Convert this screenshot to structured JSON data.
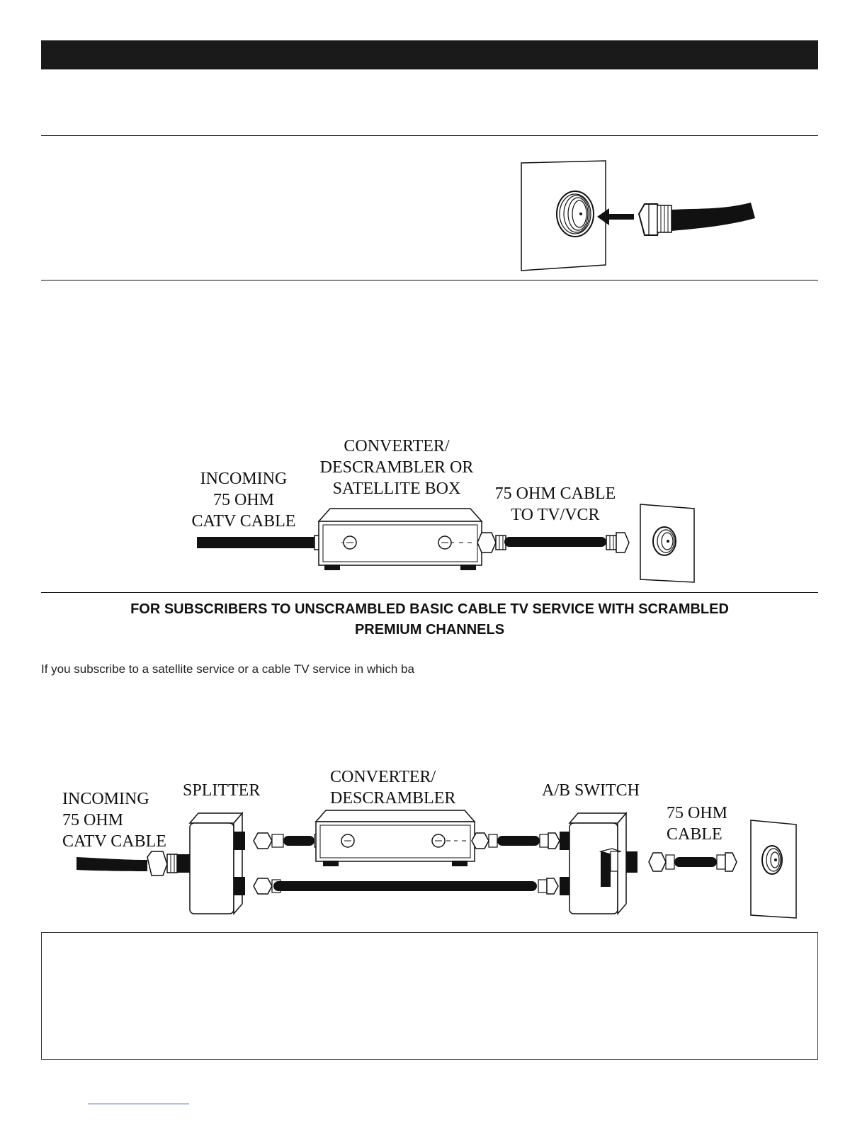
{
  "diagram1": {
    "label_incoming": [
      "INCOMING",
      "75 OHM",
      "CATV CABLE"
    ],
    "label_converter": [
      "CONVERTER/",
      "DESCRAMBLER OR",
      "SATELLITE BOX"
    ],
    "label_cable_tv": [
      "75 OHM CABLE",
      "TO TV/VCR"
    ]
  },
  "section2": {
    "heading_line1": "FOR SUBSCRIBERS TO UNSCRAMBLED BASIC CABLE TV SERVICE WITH SCRAMBLED",
    "heading_line2": "PREMIUM CHANNELS",
    "body_text": "If you subscribe to a satellite service or a cable TV service in which ba"
  },
  "diagram2": {
    "label_incoming": [
      "INCOMING",
      "75 OHM",
      "CATV CABLE"
    ],
    "label_splitter": "SPLITTER",
    "label_converter": [
      "CONVERTER/",
      "DESCRAMBLER"
    ],
    "label_ab_switch": "A/B SWITCH",
    "label_cable": [
      "75 OHM",
      "CABLE"
    ]
  }
}
